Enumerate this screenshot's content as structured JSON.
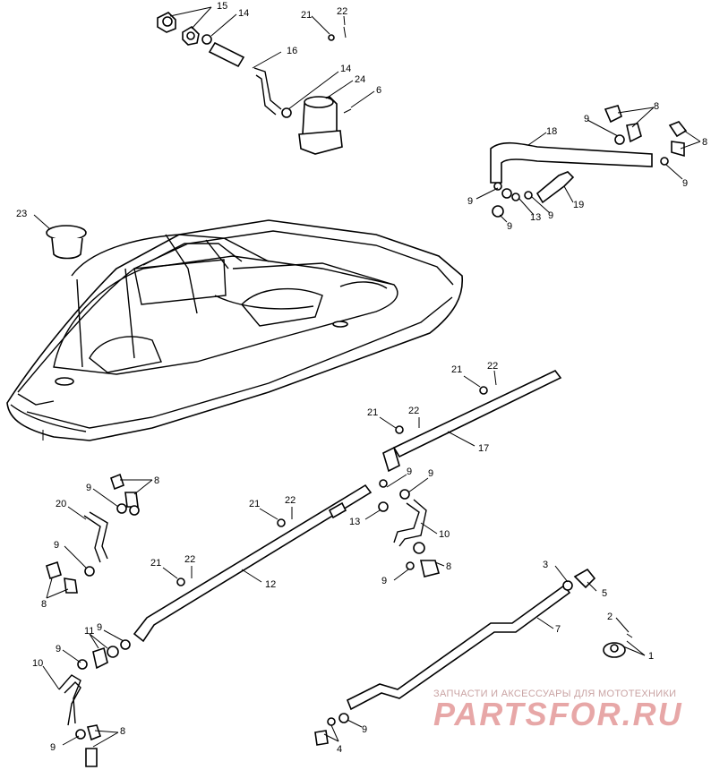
{
  "callouts": [
    "15",
    "14",
    "21",
    "22",
    "16",
    "14",
    "24",
    "6",
    "8",
    "9",
    "8",
    "18",
    "8",
    "9",
    "9",
    "13",
    "9",
    "19",
    "9",
    "23",
    "21",
    "22",
    "21",
    "22",
    "17",
    "9",
    "9",
    "8",
    "9",
    "20",
    "21",
    "22",
    "13",
    "9",
    "10",
    "9",
    "8",
    "21",
    "22",
    "12",
    "9",
    "8",
    "8",
    "3",
    "5",
    "2",
    "1",
    "7",
    "11",
    "9",
    "9",
    "10",
    "8",
    "9",
    "9",
    "4"
  ],
  "watermark": {
    "caption": "ЗАПЧАСТИ И АКСЕССУАРЫ ДЛЯ МОТОТЕХНИКИ",
    "logo_text": "PARTSFOR.RU"
  }
}
